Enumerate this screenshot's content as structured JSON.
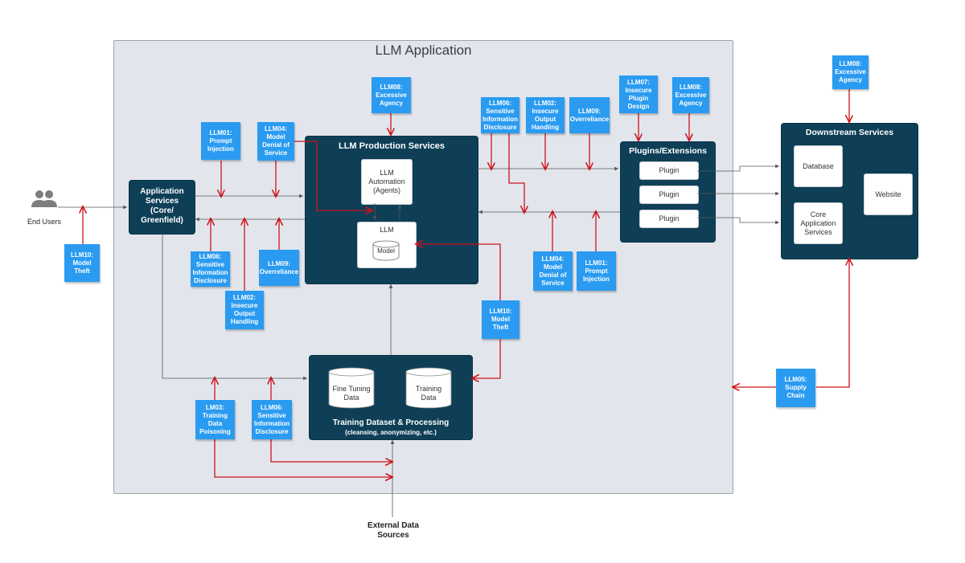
{
  "app_region": {
    "title": "LLM Application"
  },
  "end_users": {
    "label": "End Users"
  },
  "external_sources": {
    "label": "External Data\nSources"
  },
  "app_services": {
    "title": "Application\nServices\n(Core/\nGreenfield)"
  },
  "llm_production": {
    "title": "LLM Production Services",
    "automation": "LLM\nAutomation\n(Agents)",
    "llm": "LLM",
    "model": "Model"
  },
  "plugins": {
    "title": "Plugins/Extensions",
    "items": [
      "Plugin",
      "Plugin",
      "Plugin"
    ]
  },
  "downstream": {
    "title": "Downstream Services",
    "database": "Database",
    "core_app": "Core\nApplication\nServices",
    "website": "Website"
  },
  "training": {
    "title": "Training Dataset & Processing",
    "subtitle": "(cleansing, anonymizing, etc.)",
    "fine_tuning": "Fine Tuning\nData",
    "training_data": "Training\nData"
  },
  "notes": {
    "llm10_left": "LLM10:\nModel\nTheft",
    "llm01_app": "LLM01:\nPrompt\nInjection",
    "llm04_app": "LLM04:\nModel\nDenial of\nService",
    "llm08_prod": "LLM08:\nExcessive\nAgency",
    "llm06_app": "LLM06:\nSensitive\nInformation\nDisclosure",
    "llm09_app": "LLM09:\nOverreliance",
    "llm02_app": "LLM02:\nInsecure\nOutput\nHandling",
    "llm06_prod": "LLM06:\nSensitive\nInformation\nDisclosure",
    "llm02_prod": "LLM02:\nInsecure\nOutput\nHandling",
    "llm09_prod": "LLM09:\nOverreliance",
    "llm07_plugin": "LLM07:\nInsecure\nPlugin\nDesign",
    "llm08_plugin": "LLM08:\nExcessive\nAgency",
    "llm08_downstream": "LLM08:\nExcessive\nAgency",
    "llm04_plugin": "LLM04:\nModel\nDenial of\nService",
    "llm01_plugin": "LLM01:\nPrompt\nInjection",
    "llm10_model": "LLM10:\nModel\nTheft",
    "lm03_training": "LM03:\nTraining\nData\nPoisoning",
    "llm06_training": "LLM06:\nSensitive\nInformation\nDisclosure",
    "llm05_supply": "LLM05:\nSupply\nChain"
  },
  "colors": {
    "box": "#0e3f57",
    "note": "#2a9bf0",
    "threat_arrow": "#d0121b",
    "flow_arrow": "#555555",
    "region": "#e2e6ec"
  }
}
